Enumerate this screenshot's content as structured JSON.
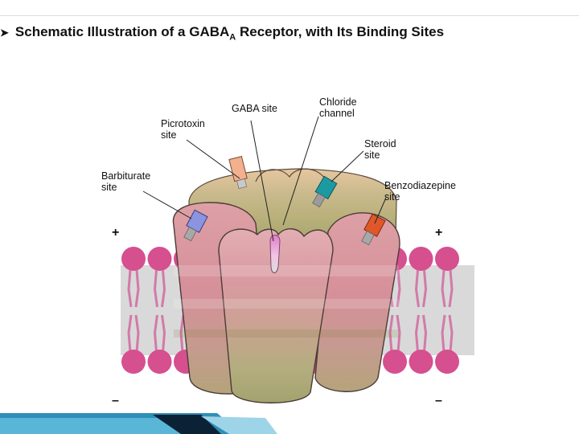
{
  "slide": {
    "bullet": "➤",
    "title_pre": "Schematic Illustration of a GABA",
    "title_sub": "A",
    "title_post": " Receptor, with Its Binding Sites"
  },
  "labels": {
    "gaba_site": "GABA site",
    "chloride_channel": "Chloride\nchannel",
    "picrotoxin_site": "Picrotoxin\nsite",
    "steroid_site": "Steroid\nsite",
    "barbiturate_site": "Barbiturate\nsite",
    "benzodiazepine_site": "Benzodiazepine\nsite"
  },
  "membrane_signs": {
    "left_top": "+",
    "right_top": "+",
    "left_bottom": "–",
    "right_bottom": "–"
  },
  "colors": {
    "lipid_head": "#d64f8e",
    "lipid_tail": "#d27aa8",
    "membrane_core": "#d9d9d9",
    "receptor_pink": "#d6909a",
    "receptor_olive": "#a9a771",
    "receptor_tan": "#d8cfa0",
    "picrotoxin": "#f2b08e",
    "steroid": "#1c9aa2",
    "barbiturate": "#8c94e0",
    "benzodiazepine": "#e0582a",
    "gaba": "#e79ad2"
  }
}
